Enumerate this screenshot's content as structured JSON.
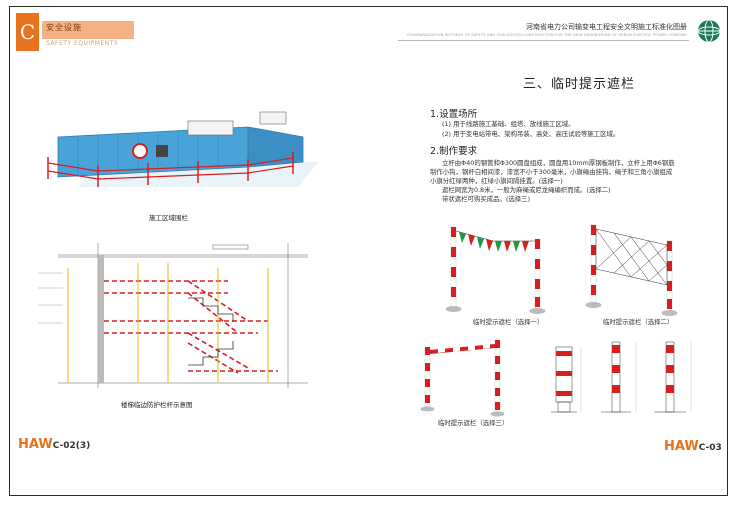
{
  "left_page": {
    "header": {
      "letter": "C",
      "title": "安全设施",
      "subtitle": "SAFETY EQUIPMENTS"
    },
    "caption_top": "施工区域围栏",
    "caption_bottom": "楼梯临边防护栏杆示意图",
    "page_number": {
      "main": "HAW",
      "code": "C-02",
      "suffix": "(3)"
    }
  },
  "right_page": {
    "header": {
      "title": "河南省电力公司输变电工程安全文明施工标准化图册",
      "subtitle": "STANDARDIZATION PICTURES OF SAFETY AND CIVILIZATION CONSTRUCTION FOR THE GRID ENGINEERING OF HENAN ELECTRIC POWER COMPANY"
    },
    "title": "三、临时提示遮栏",
    "section1": {
      "heading": "1.设置场所",
      "lines": [
        "(1) 用于线路施工基础、组塔、放线施工区域。",
        "(2) 用于变电站带电、架构吊装、高处、高压试验等施工区域。"
      ]
    },
    "section2": {
      "heading": "2.制作要求",
      "lines": [
        "立杆由Φ40的钢管和Φ300圆盘组成，圆盘用10mm厚钢板制作，立杆上用Φ6钢筋",
        "制作小钩，钢杆白相间漆，漆宽不小于300毫米，小旗绳由挂钩，绳子和三角小旗组成",
        "小旗分红绿两种，红绿小旗间隔挂置。(选择一)",
        "遮栏网宽为0.8米，一般为麻绳或尼龙绳编织而成。(选择二)",
        "带状遮栏可购买成品。(选择三)"
      ]
    },
    "captions": [
      "临时提示遮栏（选择一）",
      "临时提示遮栏（选择二）",
      "临时提示遮栏（选择三）"
    ],
    "page_number": {
      "main": "HAW",
      "code": "C-03"
    }
  },
  "colors": {
    "accent": "#e8731e",
    "red": "#d81e1e",
    "green": "#1c9b3a",
    "blue": "#4aa3d8",
    "yellow": "#e5b81c"
  }
}
